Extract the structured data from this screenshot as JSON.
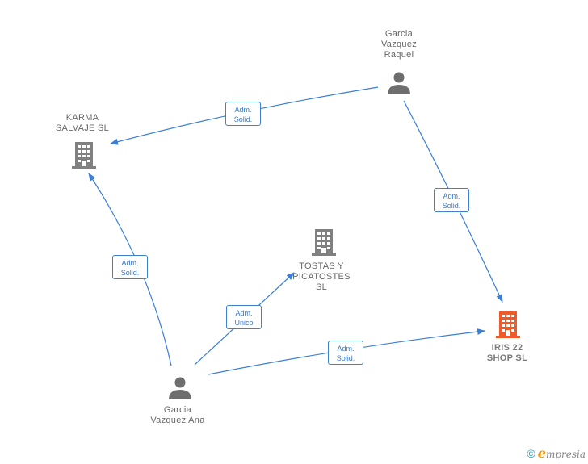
{
  "nodes": [
    {
      "id": "raquel",
      "type": "person",
      "label": "Garcia\nVazquez\nRaquel"
    },
    {
      "id": "karma",
      "type": "company",
      "label": "KARMA\nSALVAJE  SL"
    },
    {
      "id": "tostas",
      "type": "company",
      "label": "TOSTAS Y\nPICATOSTES\nSL"
    },
    {
      "id": "iris",
      "type": "company",
      "label": "IRIS 22\nSHOP  SL",
      "highlight": true
    },
    {
      "id": "ana",
      "type": "person",
      "label": "Garcia\nVazquez Ana"
    }
  ],
  "edges": [
    {
      "id": "raquel-karma",
      "label": "Adm.\nSolid."
    },
    {
      "id": "raquel-iris",
      "label": "Adm.\nSolid."
    },
    {
      "id": "ana-karma",
      "label": "Adm.\nSolid."
    },
    {
      "id": "ana-tostas",
      "label": "Adm.\nUnico"
    },
    {
      "id": "ana-iris",
      "label": "Adm.\nSolid."
    }
  ],
  "colors": {
    "edge": "#3a7fd5",
    "company": "#808080",
    "company_highlight": "#f05a28",
    "person": "#6e6e6e"
  },
  "footer": {
    "copyright": "©",
    "brand_initial": "e",
    "brand_rest": "mpresia"
  }
}
